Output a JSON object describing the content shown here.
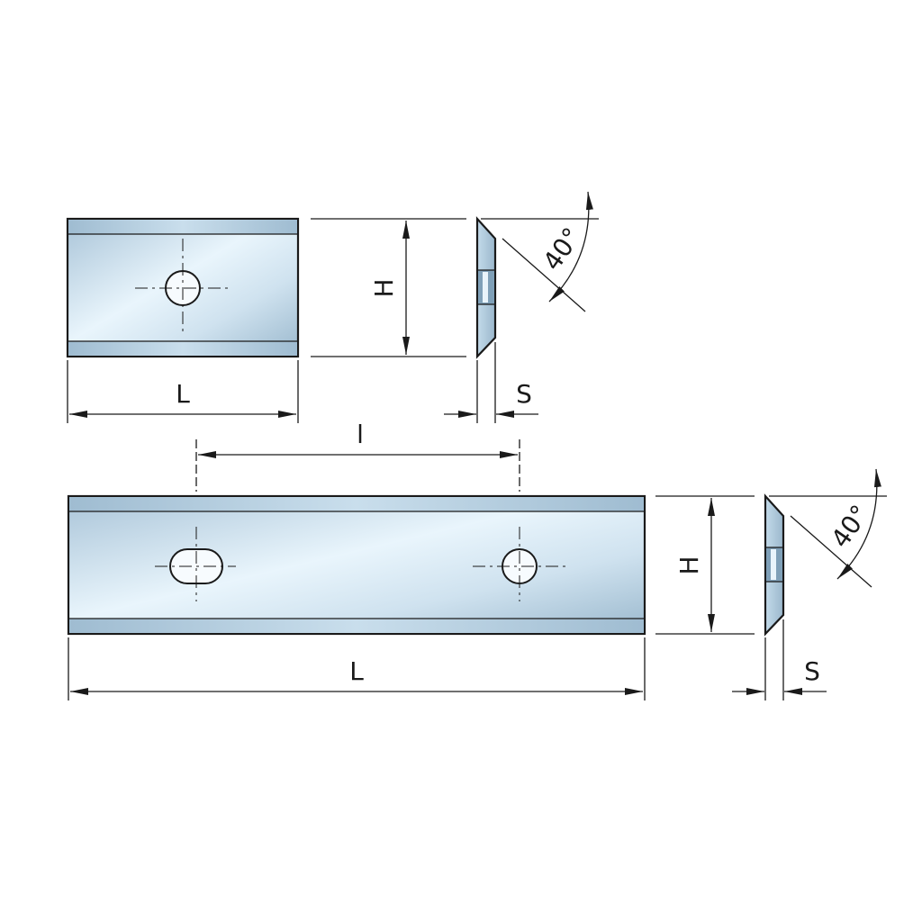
{
  "labels": {
    "small_length": "L",
    "small_height": "H",
    "small_thickness": "S",
    "small_angle": "40°",
    "hole_spacing": "l",
    "large_length": "L",
    "large_height": "H",
    "large_thickness": "S",
    "large_angle": "40°"
  },
  "colors": {
    "steel_light": "#e6f3fb",
    "steel_mid": "#b9d4e6",
    "steel_dark": "#8fb0c8",
    "bevel": "#9cb8cc",
    "line": "#1a1a1a"
  }
}
